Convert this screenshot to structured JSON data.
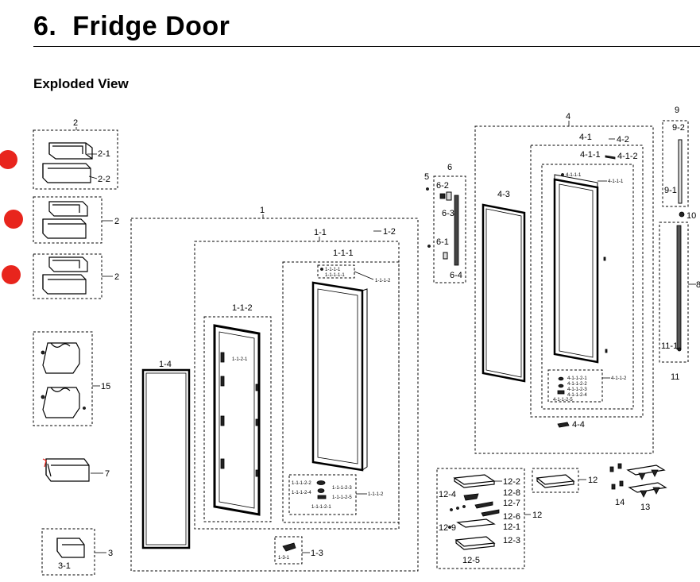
{
  "header": {
    "title": "6.  Fridge Door",
    "subtitle": "Exploded View"
  },
  "markers": {
    "color": "#e8251d",
    "count": 3
  },
  "labels": {
    "g2a": "2",
    "g2a_1": "2-1",
    "g2a_2": "2-2",
    "g2b": "2",
    "g2c": "2",
    "g15": "15",
    "g7": "7",
    "g3": "3",
    "g3_1": "3-1",
    "g1": "1",
    "g1_1": "1-1",
    "g1_2": "1-2",
    "g1_1_1": "1-1-1",
    "g1_1_2": "1-1-2",
    "g1_1_2_1": "1-1-2-1",
    "g1_4": "1-4",
    "g1_1_1_1": "1-1-1-1",
    "g1_1_1_2": "1-1-1-2",
    "g1_1_1_1b": "1-1-1-1-1",
    "g1_1_1_2b": "1-1-1-2",
    "g1_1_1_2_2": "1-1-1-2-2",
    "g1_1_1_2_3": "1-1-1-2-3",
    "g1_1_1_2_4": "1-1-1-2-4",
    "g1_1_1_2_5": "1-1-1-2-5",
    "g1_1_1_2_1": "1-1-1-2-1",
    "g1_3": "1-3",
    "g1_3_1": "1-3-1",
    "g5": "5",
    "g6": "6",
    "g6_2": "6-2",
    "g6_3": "6-3",
    "g6_1": "6-1",
    "g6_4": "6-4",
    "g4": "4",
    "g4_1": "4-1",
    "g4_2": "4-2",
    "g4_1_1": "4-1-1",
    "g4_1_2": "4-1-2",
    "g4_1_1_1": "4-1-1-1",
    "g4_1_1_1b": "4-1-1-1",
    "g4_3": "4-3",
    "g4_1_1_2": "4-1-1-2",
    "g4_1_1_2_1": "4-1-1-2-1",
    "g4_1_1_2_2": "4-1-1-2-2",
    "g4_1_1_2_3": "4-1-1-2-3",
    "g4_1_1_2_4": "4-1-1-2-4",
    "g4_1_1_2_5": "4-1-1-2-5",
    "g4_4": "4-4",
    "g9": "9",
    "g9_2": "9-2",
    "g9_1": "9-1",
    "g10": "10",
    "g8": "8",
    "g11_1": "11-1",
    "g11": "11",
    "g12_2": "12-2",
    "g12_4": "12-4",
    "g12_8": "12-8",
    "g12_7": "12-7",
    "g12_6": "12-6",
    "g12_9": "12-9",
    "g12_1": "12-1",
    "g12_3": "12-3",
    "g12_5": "12-5",
    "g12a": "12",
    "g12b": "12",
    "g14": "14",
    "g13": "13"
  }
}
